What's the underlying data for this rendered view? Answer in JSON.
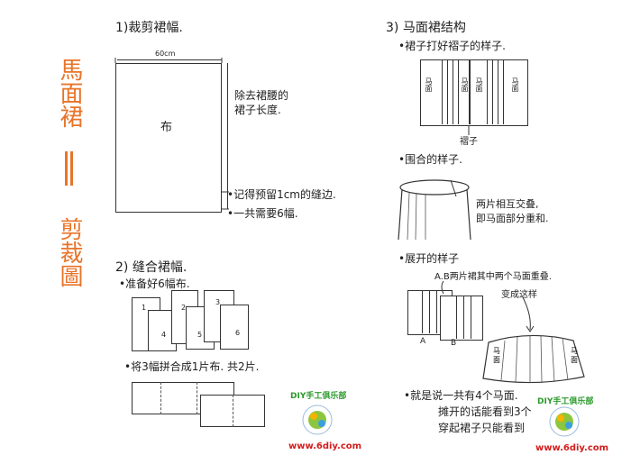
{
  "side_title": {
    "top": "馬面裙",
    "bottom": "剪裁圖"
  },
  "section1": {
    "heading": "1)裁剪裙幅.",
    "width_label": "60cm",
    "fabric_label": "布",
    "length_note": "除去裙腰的裙子长度.",
    "note1": "•记得预留1cm的缝边.",
    "note2": "•一共需要6幅."
  },
  "section2": {
    "heading": "2) 缝合裙幅.",
    "bullet1": "•准备好6幅布.",
    "panel_numbers": [
      "1",
      "2",
      "3",
      "4",
      "5",
      "6"
    ],
    "bullet2": "•将3幅拼合成1片布. 共2片."
  },
  "section3": {
    "heading": "3) 马面裙结构",
    "bullet1": "•裙子打好褶子的样子.",
    "mamian": "马面",
    "pleat_label": "褶子",
    "bullet2": "•围合的样子.",
    "overlap_note_1": "两片相互交叠,",
    "overlap_note_2": "即马面部分重和.",
    "bullet3": "•展开的样子",
    "ab_note": "A.B两片裙其中两个马面重叠.",
    "label_a": "A",
    "label_b": "B",
    "becomes": "变成这样",
    "final1": "•就是说一共有4个马面.",
    "final2": "摊开的话能看到3个",
    "final3": "穿起裙子只能看到"
  },
  "watermark": {
    "arc_text": "DIY手工俱乐部",
    "url": "www.6diy.com"
  }
}
